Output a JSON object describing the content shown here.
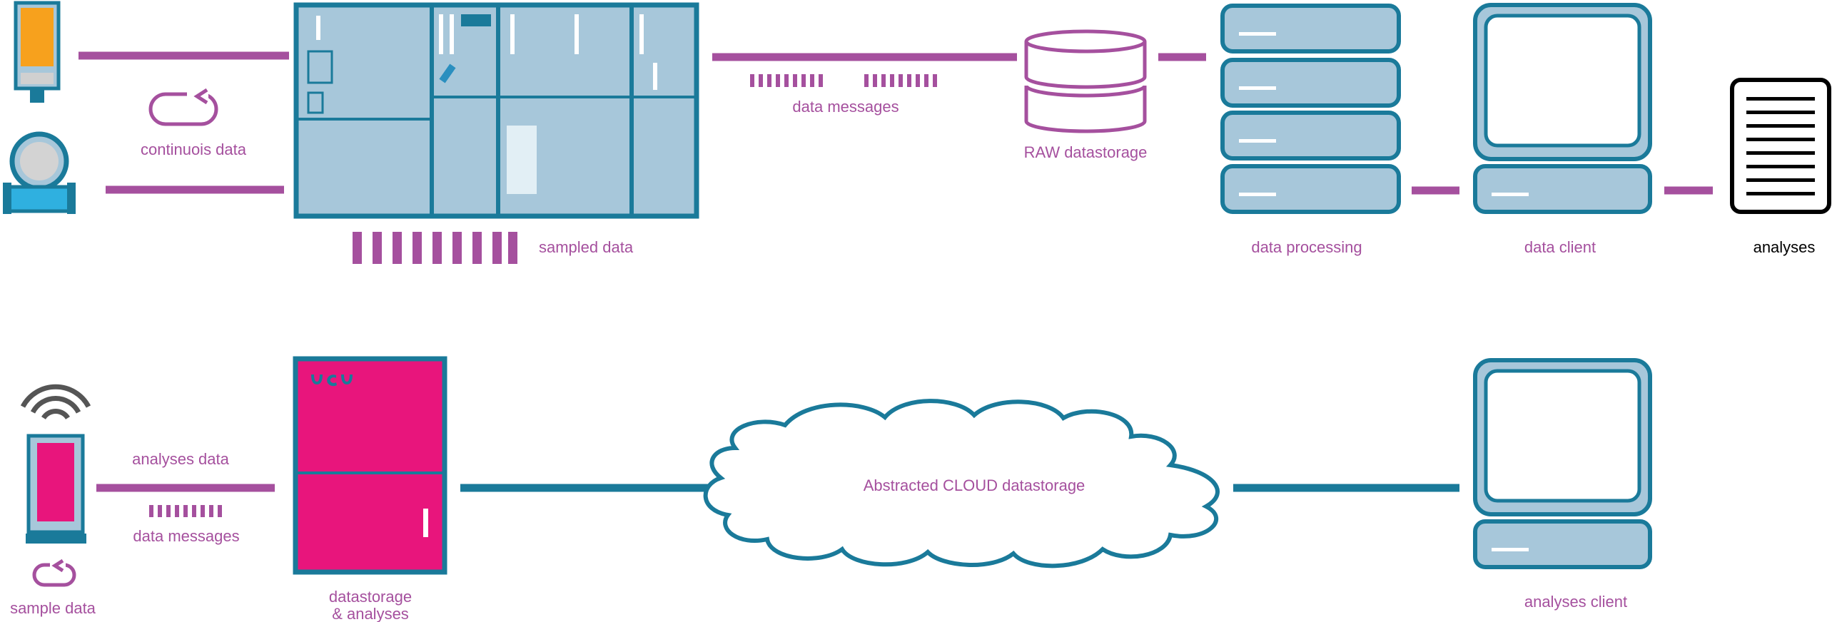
{
  "colors": {
    "purple": "#a5509e",
    "teal": "#1a7a9a",
    "light_blue": "#a7c7da",
    "magenta": "#e8157c",
    "orange": "#f7a11d",
    "black": "#000000"
  },
  "top_row": {
    "continuous_label": "continuois data",
    "sampled_label": "sampled data",
    "messages_label": "data messages",
    "raw_storage_label": "RAW datastorage",
    "processing_label": "data processing",
    "client_label": "data client",
    "analyses_label": "analyses"
  },
  "bottom_row": {
    "analyses_data_label": "analyses data",
    "messages_label": "data messages",
    "sample_label": "sample data",
    "storage_label_line1": "datastorage",
    "storage_label_line2": "& analyses",
    "cloud_label": "Abstracted CLOUD datastorage",
    "client_label": "analyses client"
  }
}
